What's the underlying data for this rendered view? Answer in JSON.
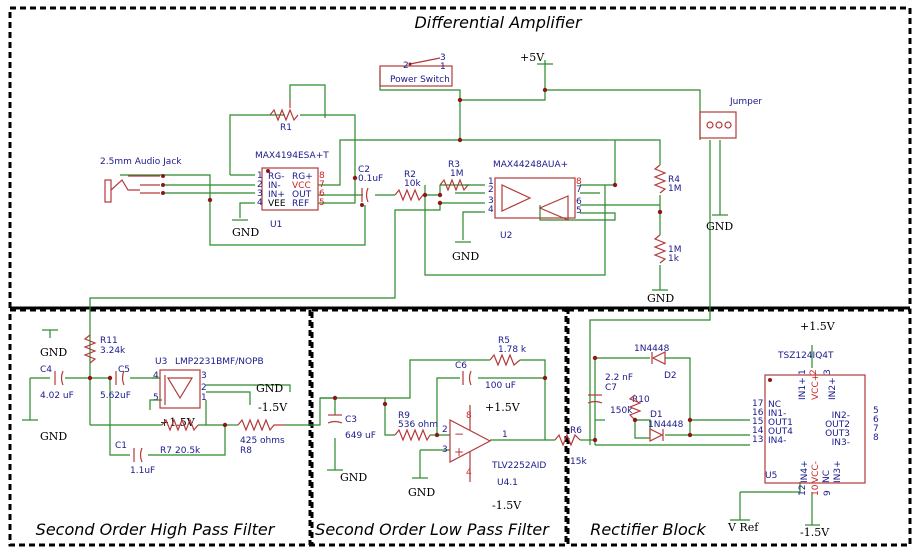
{
  "sections": {
    "differential": "Differential Amplifier",
    "highpass": "Second Order High Pass Filter",
    "lowpass": "Second Order Low Pass Filter",
    "rectifier": "Rectifier Block"
  },
  "components": {
    "audio_jack": "2.5mm Audio Jack",
    "u1_part": "MAX4194ESA+T",
    "u1_ref": "U1",
    "r1": "R1",
    "u1_pins_left": [
      "RG-",
      "IN-",
      "IN+",
      "VEE"
    ],
    "u1_pins_right": [
      "RG+",
      "VCC",
      "OUT",
      "REF"
    ],
    "u1_nums_left": [
      "1",
      "2",
      "3",
      "4"
    ],
    "u1_nums_right": [
      "8",
      "7",
      "6",
      "5"
    ],
    "c2": "C2",
    "c2_val": "0.1uF",
    "r2": "R2",
    "r2_val": "10k",
    "r3": "R3",
    "r3_val": "1M",
    "u2_part": "MAX44248AUA+",
    "u2_ref": "U2",
    "u2_nums_left": [
      "1",
      "2",
      "3",
      "4"
    ],
    "u2_nums_right": [
      "8",
      "7",
      "6",
      "5"
    ],
    "r4": "R4",
    "r4_val": "1M",
    "r_lower": "1M",
    "r_lower_val": "1k",
    "power_switch": "Power Switch",
    "switch_pins": [
      "2",
      "3",
      "1"
    ],
    "plus5v": "+5V",
    "jumper": "Jumper",
    "gnd": "GND",
    "r11": "R11",
    "r11_val": "3.24k",
    "c4": "C4",
    "c4_val": "4.02 uF",
    "c5": "C5",
    "c5_val": "5.62uF",
    "u3": "U3",
    "u3_part": "LMP2231BMF/NOPB",
    "u3_nums": [
      "4",
      "3",
      "2",
      "5",
      "1"
    ],
    "plus1v5": "+1.5V",
    "minus1v5": "-1.5V",
    "r7": "R7",
    "r7_val": "20.5k",
    "r8": "R8",
    "r8_val": "425 ohms",
    "c1": "C1",
    "c1_val": "1.1uF",
    "c3": "C3",
    "c3_val": "649 uF",
    "r9": "R9",
    "r9_val": "536 ohm",
    "c6": "C6",
    "c6_val": "100 uF",
    "r5": "R5",
    "r5_val": "1.78 k",
    "u4_part": "TLV2252AID",
    "u4_ref": "U4.1",
    "u4_nums": [
      "8",
      "2",
      "3",
      "1",
      "4"
    ],
    "r6": "R6",
    "r6_val": "15k",
    "c7": "C7",
    "c7_val": "2.2 nF",
    "r10": "R10",
    "r10_val": "150k",
    "d1": "D1",
    "d1_part": "1N4448",
    "d2": "D2",
    "d2_part": "1N4448",
    "u5_part": "TSZ124IQ4T",
    "u5_ref": "U5",
    "u5_left_pins": [
      "NC",
      "IN1-",
      "OUT1",
      "OUT4",
      "IN4-"
    ],
    "u5_left_nums": [
      "17",
      "16",
      "15",
      "14",
      "13"
    ],
    "u5_right_pins": [
      "IN2-",
      "OUT2",
      "OUT3",
      "IN3-"
    ],
    "u5_right_nums": [
      "5",
      "6",
      "7",
      "8"
    ],
    "u5_top_pins": [
      "IN1+",
      "VCC+",
      "IN2+"
    ],
    "u5_top_nums": [
      "1",
      "2",
      "3"
    ],
    "u5_bottom_pins": [
      "IN4+",
      "VCC-",
      "NC",
      "IN3+"
    ],
    "u5_bottom_nums": [
      "12",
      "10",
      "9"
    ],
    "vref": "V Ref"
  },
  "colors": {
    "wire": "#2a8a2a",
    "part": "#b33a3a",
    "label": "#1a1a8c",
    "pin": "#cc2222"
  }
}
